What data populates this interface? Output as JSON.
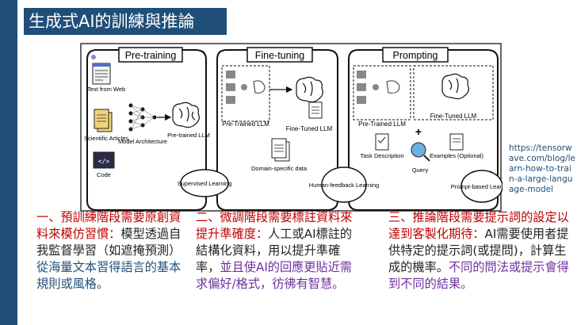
{
  "title": "生成式AI的訓練與推論",
  "url": "https://tensorwave.com/blog/learn-how-to-train-a-large-language-model",
  "diagram": {
    "stages": [
      "Pre-training",
      "Fine-tuning",
      "Prompting"
    ],
    "pretrain_inputs": [
      "Text from Web",
      "Scientific Articles",
      "Code"
    ],
    "code_glyph": "</>",
    "model_arch": "Model Architecture",
    "pretrained_llm": "Pre-trained LLM",
    "ft_pretrained": "Pre-Trained LLM",
    "ft_finetuned": "Fine-Tuned LLM",
    "domain_data": "Domain-specific data",
    "pr_pretrained": "Pre-Trained LLM",
    "pr_finetuned": "Fine-Tuned LLM",
    "plus": "+",
    "prompt_items": [
      "Task Description",
      "Query",
      "Examples (Optional)"
    ],
    "learning": [
      "Supervised Learning",
      "Human-feedback Learning",
      "Prompt-based Learning"
    ]
  },
  "columns": {
    "col1": {
      "heading": "一、預訓練階段需要原創資料來模仿習慣：",
      "body": "模型透過自我監督學習（如遮掩預測）",
      "highlight": "從海量文本習得語言的基本規則或風格。"
    },
    "col2": {
      "heading": "二、微調階段需要標註資料來提升準確度：",
      "body": "人工或AI標註的結構化資料，用以提升準確率，",
      "highlight": "並且使AI的回應更貼近需求偏好/格式，彷彿有智慧。"
    },
    "col3": {
      "heading": "三、推論階段需要提示詞的設定以達到客製化期待：",
      "body": "AI需要使用者提供特定的提示詞(或提問)，計算生成的機率。",
      "highlight": "不同的問法或提示會得到不同的結果。"
    }
  },
  "colors": {
    "accent": "#1f4e79",
    "heading": "#c00000",
    "highlight1": "#1f4e79",
    "highlight2": "#7030a0",
    "highlight3": "#7030a0"
  }
}
